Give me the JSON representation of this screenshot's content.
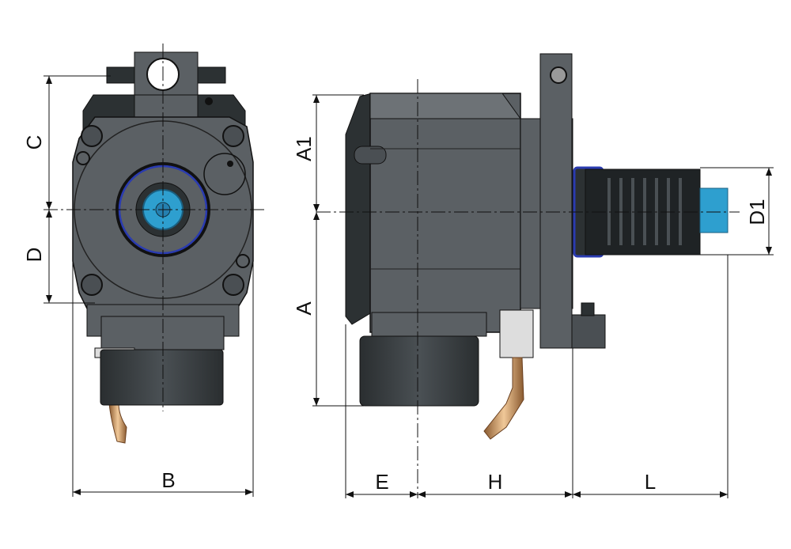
{
  "dimensions": {
    "C": "C",
    "D": "D",
    "B": "B",
    "A1": "A1",
    "A": "A",
    "D1": "D1",
    "E": "E",
    "H": "H",
    "L": "L"
  },
  "colors": {
    "body": "#5b6064",
    "dark": "#2c3133",
    "spindle": "#2e9fcf",
    "oring": "#2a3bb0",
    "coolant_pipe": "#c89262"
  }
}
